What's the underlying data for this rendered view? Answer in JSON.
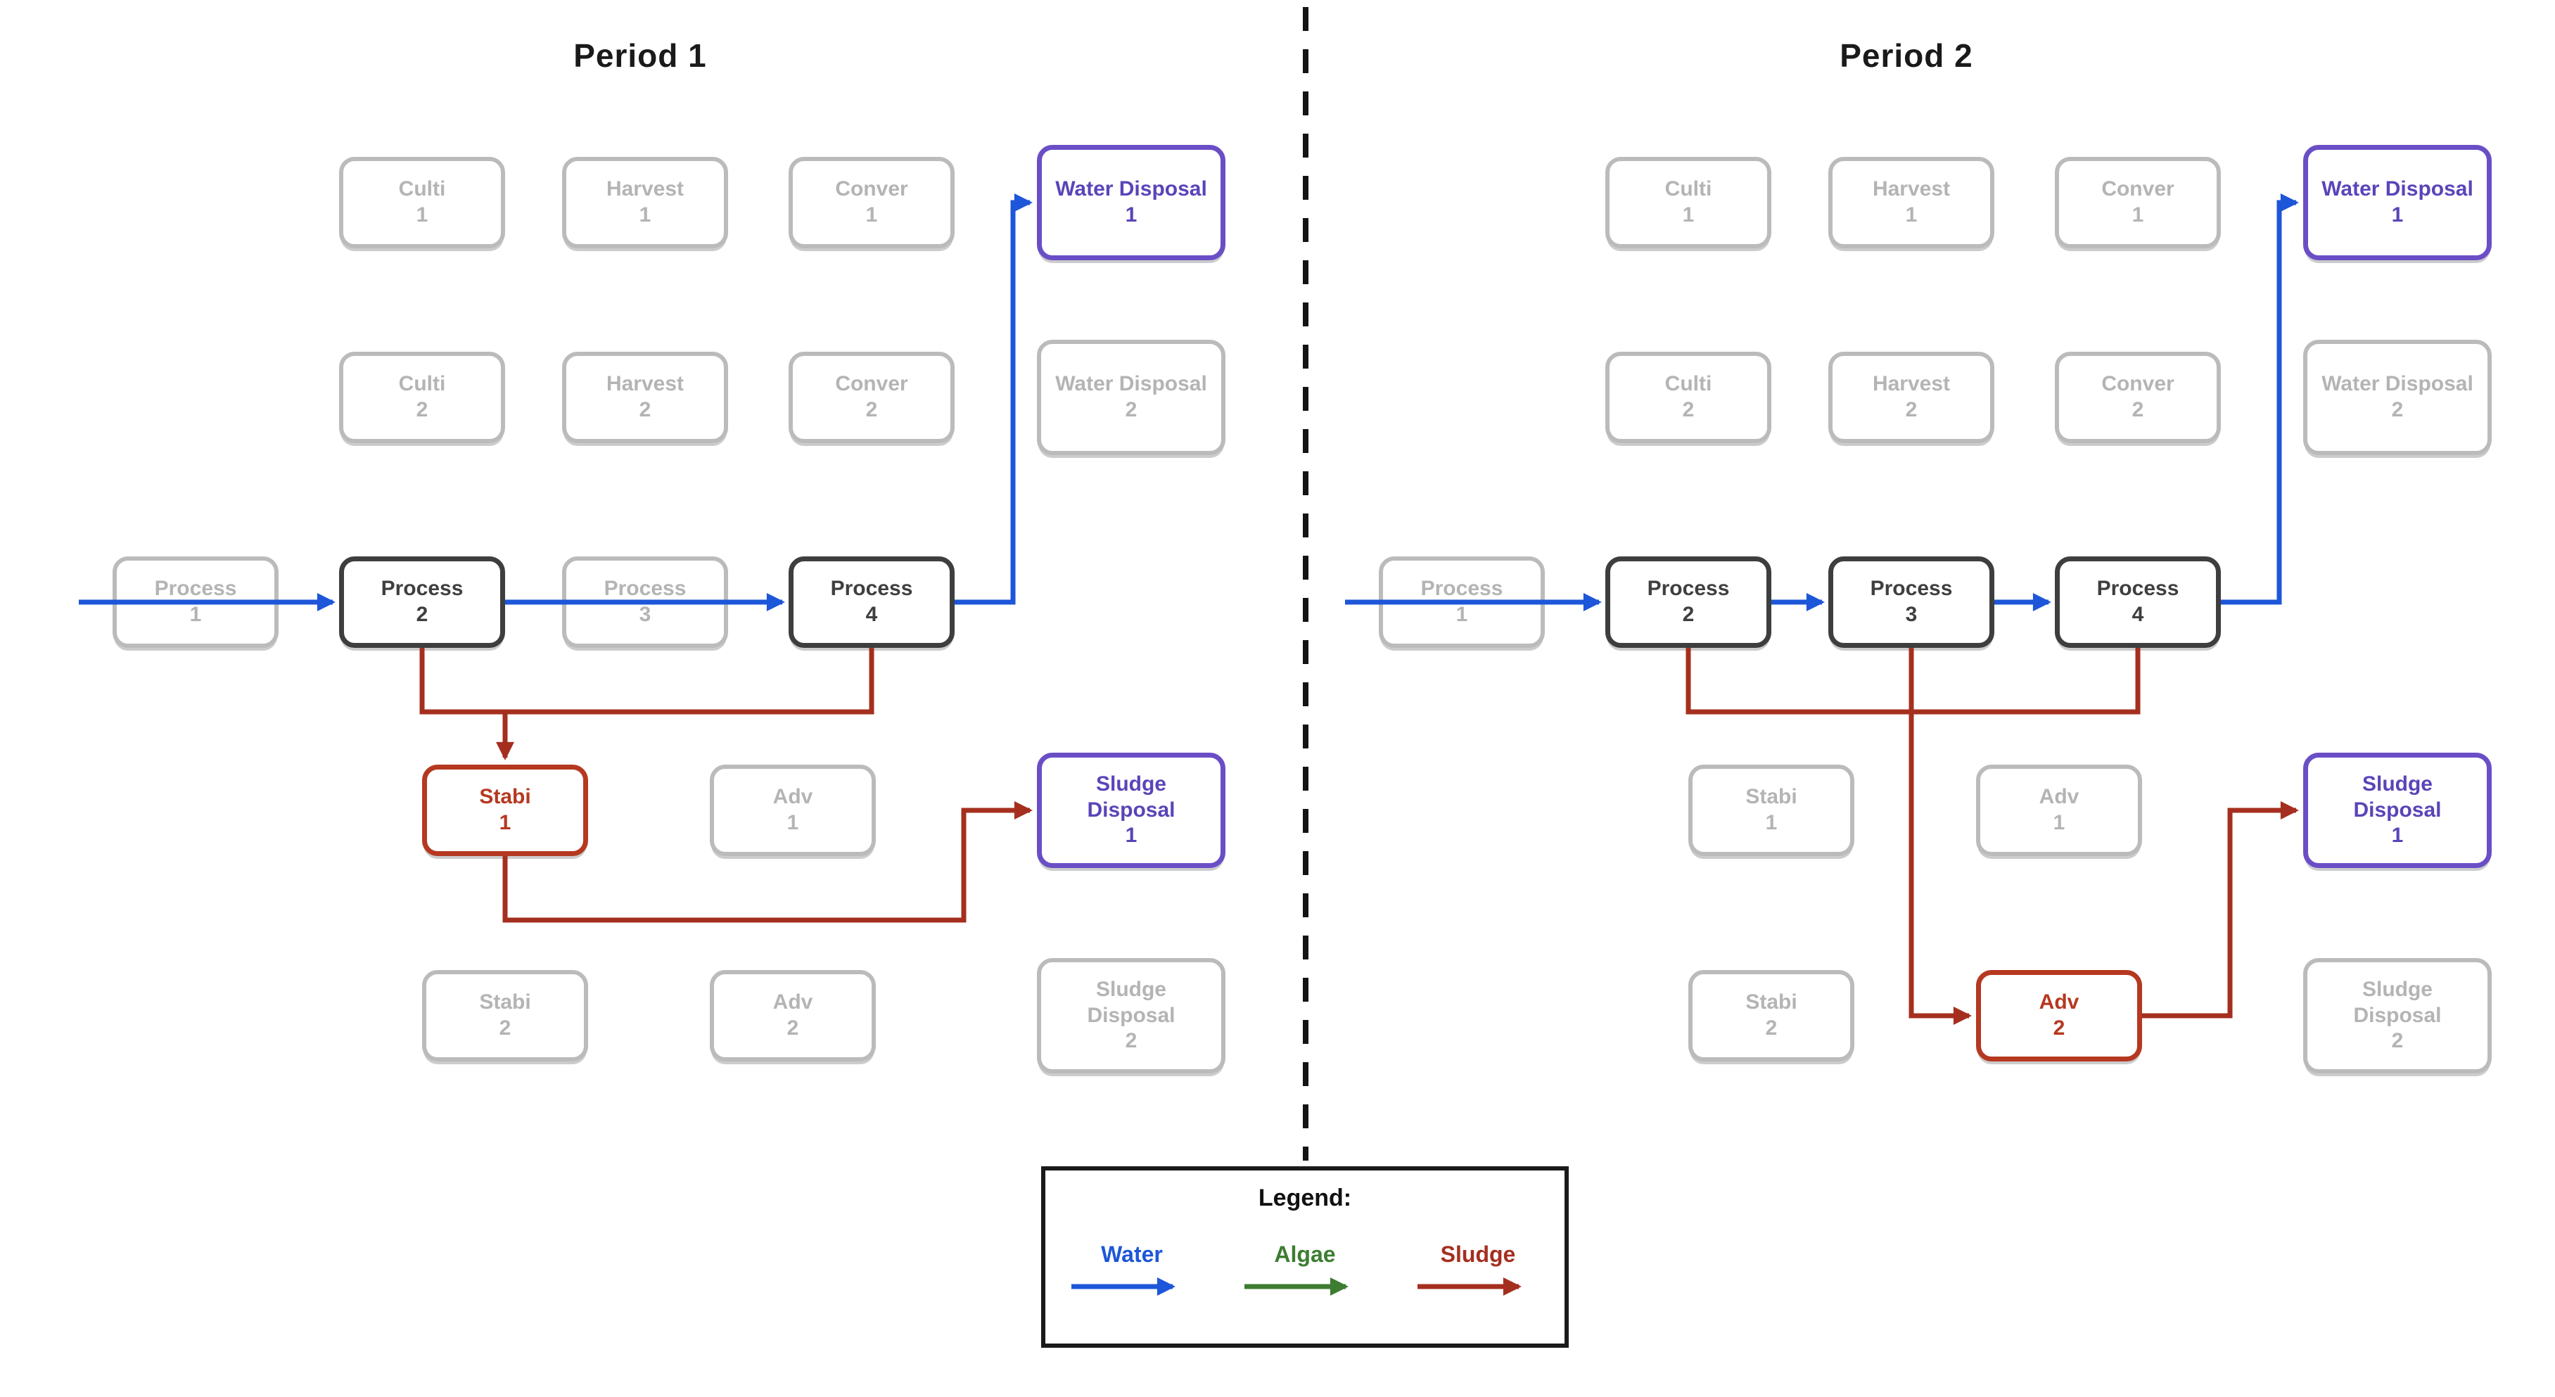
{
  "colors": {
    "water": "#1d56d8",
    "algae": "#3d7d32",
    "sludge_line": "#a52f1f",
    "active_red": "#b53820",
    "active_purple_border": "#6a4ec6",
    "active_purple_text": "#5b44b8",
    "active_dark": "#3e3e3e",
    "inactive_gray_border": "#bbbbbb",
    "inactive_gray_text": "#b4b4b4"
  },
  "legend": {
    "title": "Legend:",
    "entries": [
      {
        "label": "Water"
      },
      {
        "label": "Algae"
      },
      {
        "label": "Sludge"
      }
    ]
  },
  "period1": {
    "title": "Period 1",
    "boxes": {
      "culti1": {
        "label": "Culti",
        "num": "1",
        "state": "gray"
      },
      "harvest1": {
        "label": "Harvest",
        "num": "1",
        "state": "gray"
      },
      "conver1": {
        "label": "Conver",
        "num": "1",
        "state": "gray"
      },
      "wdisp1": {
        "label": "Water Disposal",
        "num": "1",
        "state": "purple"
      },
      "culti2": {
        "label": "Culti",
        "num": "2",
        "state": "gray"
      },
      "harvest2": {
        "label": "Harvest",
        "num": "2",
        "state": "gray"
      },
      "conver2": {
        "label": "Conver",
        "num": "2",
        "state": "gray"
      },
      "wdisp2": {
        "label": "Water Disposal",
        "num": "2",
        "state": "gray"
      },
      "proc1": {
        "label": "Process",
        "num": "1",
        "state": "gray"
      },
      "proc2": {
        "label": "Process",
        "num": "2",
        "state": "dark"
      },
      "proc3": {
        "label": "Process",
        "num": "3",
        "state": "gray"
      },
      "proc4": {
        "label": "Process",
        "num": "4",
        "state": "dark"
      },
      "stabi1": {
        "label": "Stabi",
        "num": "1",
        "state": "red"
      },
      "adv1": {
        "label": "Adv",
        "num": "1",
        "state": "gray"
      },
      "sdisp1": {
        "label": "Sludge Disposal",
        "num": "1",
        "state": "purple"
      },
      "stabi2": {
        "label": "Stabi",
        "num": "2",
        "state": "gray"
      },
      "adv2": {
        "label": "Adv",
        "num": "2",
        "state": "gray"
      },
      "sdisp2": {
        "label": "Sludge Disposal",
        "num": "2",
        "state": "gray"
      }
    }
  },
  "period2": {
    "title": "Period 2",
    "boxes": {
      "culti1": {
        "label": "Culti",
        "num": "1",
        "state": "gray"
      },
      "harvest1": {
        "label": "Harvest",
        "num": "1",
        "state": "gray"
      },
      "conver1": {
        "label": "Conver",
        "num": "1",
        "state": "gray"
      },
      "wdisp1": {
        "label": "Water Disposal",
        "num": "1",
        "state": "purple"
      },
      "culti2": {
        "label": "Culti",
        "num": "2",
        "state": "gray"
      },
      "harvest2": {
        "label": "Harvest",
        "num": "2",
        "state": "gray"
      },
      "conver2": {
        "label": "Conver",
        "num": "2",
        "state": "gray"
      },
      "wdisp2": {
        "label": "Water Disposal",
        "num": "2",
        "state": "gray"
      },
      "proc1": {
        "label": "Process",
        "num": "1",
        "state": "gray"
      },
      "proc2": {
        "label": "Process",
        "num": "2",
        "state": "dark"
      },
      "proc3": {
        "label": "Process",
        "num": "3",
        "state": "dark"
      },
      "proc4": {
        "label": "Process",
        "num": "4",
        "state": "dark"
      },
      "stabi1": {
        "label": "Stabi",
        "num": "1",
        "state": "gray"
      },
      "adv1": {
        "label": "Adv",
        "num": "1",
        "state": "gray"
      },
      "sdisp1": {
        "label": "Sludge Disposal",
        "num": "1",
        "state": "purple"
      },
      "stabi2": {
        "label": "Stabi",
        "num": "2",
        "state": "gray"
      },
      "adv2": {
        "label": "Adv",
        "num": "2",
        "state": "red"
      },
      "sdisp2": {
        "label": "Sludge Disposal",
        "num": "2",
        "state": "gray"
      }
    }
  }
}
